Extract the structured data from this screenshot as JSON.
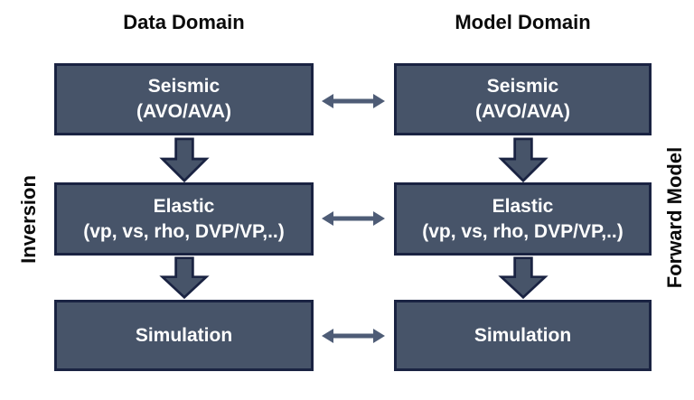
{
  "diagram": {
    "headers": {
      "data_domain": "Data Domain",
      "model_domain": "Model Domain"
    },
    "side_labels": {
      "left": "Inversion",
      "right": "Forward Model"
    },
    "columns": {
      "data": {
        "seismic": {
          "title": "Seismic",
          "subtitle": "(AVO/AVA)"
        },
        "elastic": {
          "title": "Elastic",
          "subtitle": "(vp, vs, rho, DVP/VP,..)"
        },
        "simulation": {
          "title": "Simulation"
        }
      },
      "model": {
        "seismic": {
          "title": "Seismic",
          "subtitle": "(AVO/AVA)"
        },
        "elastic": {
          "title": "Elastic",
          "subtitle": "(vp, vs, rho, DVP/VP,..)"
        },
        "simulation": {
          "title": "Simulation"
        }
      }
    },
    "colors": {
      "box_fill": "#475469",
      "box_border": "#1a2342",
      "h_arrow": "#4e5c76",
      "text_light": "#ffffff",
      "text_dark": "#0a0a0a"
    }
  }
}
